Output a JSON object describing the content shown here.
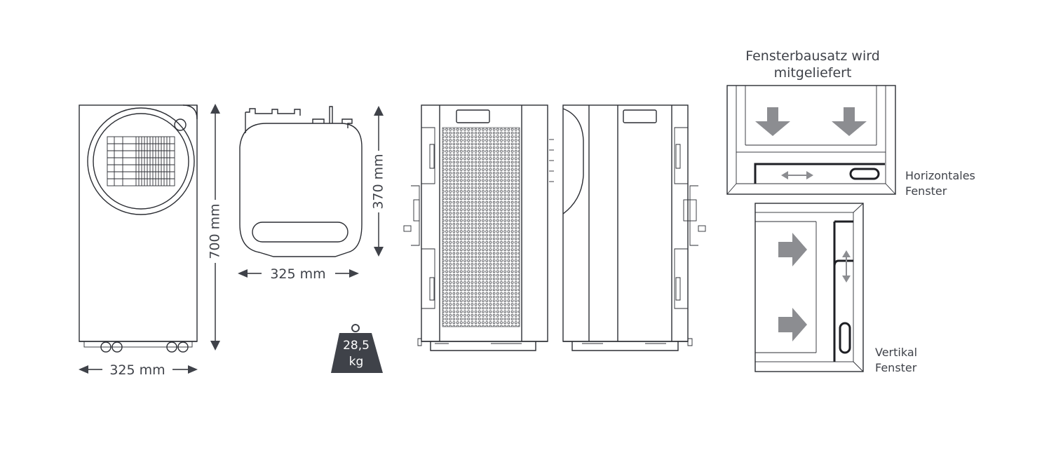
{
  "dimensions": {
    "front_width": "325 mm",
    "front_height": "700 mm",
    "top_width": "325 mm",
    "top_depth": "370 mm"
  },
  "weight": {
    "value": "28,5",
    "unit": "kg"
  },
  "window_kit": {
    "title_line1": "Fensterbausatz wird",
    "title_line2": "mitgeliefert",
    "horizontal_line1": "Horizontales",
    "horizontal_line2": "Fenster",
    "vertical_line1": "Vertikal",
    "vertical_line2": "Fenster"
  },
  "colors": {
    "text": "#3f4249",
    "line": "#2b2d33",
    "weight_fill": "#3f4249",
    "arrow_gray": "#8c8d91"
  }
}
